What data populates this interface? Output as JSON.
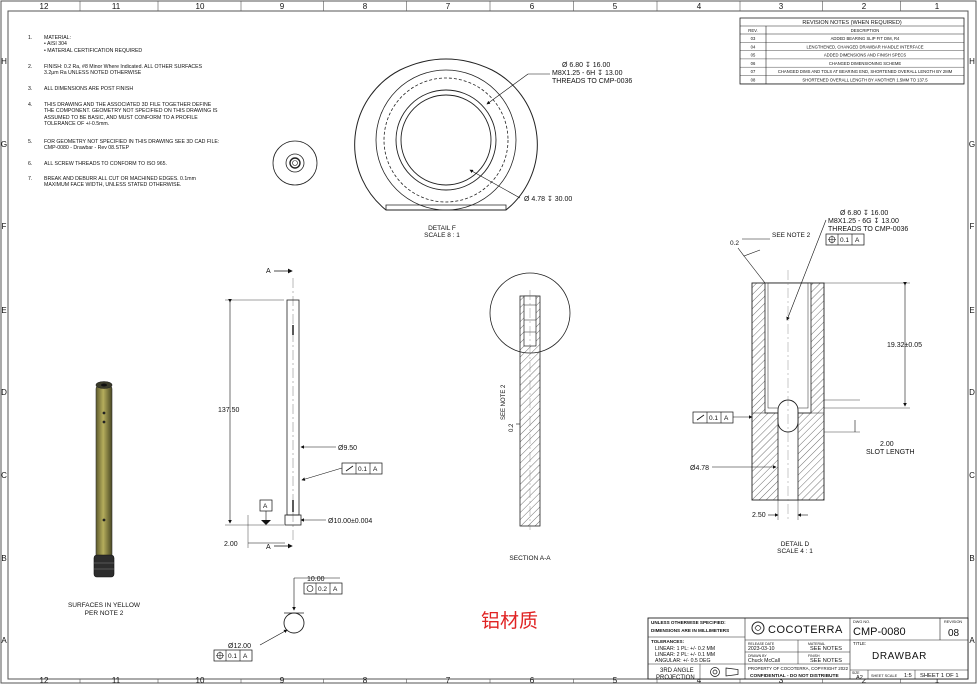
{
  "border": {
    "columns": [
      "12",
      "11",
      "10",
      "9",
      "8",
      "7",
      "6",
      "5",
      "4",
      "3",
      "2",
      "1"
    ],
    "rows": [
      "H",
      "G",
      "F",
      "E",
      "D",
      "C",
      "B",
      "A"
    ]
  },
  "notes": [
    {
      "num": "1.",
      "lines": [
        "MATERIAL:",
        "•     AISI 304",
        "•     MATERIAL CERTIFICATION REQUIRED"
      ]
    },
    {
      "num": "2.",
      "lines": [
        "FINISH: 0.2 Ra, #8 Minor Where Indicated. ALL OTHER SURFACES",
        "3.2μm  Ra UNLESS NOTED OTHERWISE"
      ]
    },
    {
      "num": "3.",
      "lines": [
        "ALL DIMENSIONS ARE POST FINISH"
      ]
    },
    {
      "num": "4.",
      "lines": [
        "THIS DRAWING AND THE ASSOCIATED 3D FILE TOGETHER DEFINE",
        "THE COMPONENT. GEOMETRY NOT SPECIFIED ON THIS DRAWING IS",
        "ASSUMED TO BE BASIC, AND MUST CONFORM TO A PROFILE",
        "TOLERANCE OF +/-0.5mm."
      ]
    },
    {
      "num": "5.",
      "lines": [
        "FOR GEOMETRY NOT SPECIFIED IN THIS DRAWING SEE 3D CAD FILE:",
        "CMP-0080 - Drawbar - Rev 08.STEP"
      ]
    },
    {
      "num": "6.",
      "lines": [
        "ALL SCREW THREADS TO CONFORM TO ISO 965."
      ]
    },
    {
      "num": "7.",
      "lines": [
        "BREAK AND DEBURR ALL CUT OR MACHINED EDGES.  0.1mm",
        "MAXIMUM FACE WIDTH, UNLESS STATED OTHERWISE."
      ]
    }
  ],
  "revision_table": {
    "title": "REVISION NOTES (WHEN REQUIRED)",
    "headers": [
      "REV.",
      "DESCRIPTION"
    ],
    "rows": [
      [
        "03",
        "ADDED BEARING SLIP FIT DIM, R4"
      ],
      [
        "04",
        "LENGTHENED, CHANGED DRAWBAR HANDLE INTERFACE"
      ],
      [
        "05",
        "ADDED DIMENSIONS AND FINISH SPECS"
      ],
      [
        "06",
        "CHANGED DIMENSIONING SCHEME"
      ],
      [
        "07",
        "CHANGED DIMS AND TOLS AT BEARING END, SHORTENED OVERALL LENGTH BY 2MM"
      ],
      [
        "08",
        "SHORTENED OVERALL LENGTH BY ANOTHER 1.5MM TO 137.5"
      ]
    ]
  },
  "detail_f": {
    "callout_thread": [
      "Ø 6.80 ↧ 16.00",
      "M8X1.25 - 6H ↧ 13.00",
      "THREADS TO CMP-0036"
    ],
    "callout_hole": "Ø 4.78 ↧ 30.00",
    "label": "DETAIL F",
    "scale": "SCALE 8 : 1"
  },
  "main_view": {
    "section_letter": "A",
    "length": "137.50",
    "dia_body": "Ø9.50",
    "runout_tol": "0.1",
    "runout_ref": "A",
    "datum": "A",
    "dia_end": "Ø10.00±0.004",
    "end_len": "2.00"
  },
  "section_aa": {
    "note": "SEE NOTE 2",
    "finish": "0.2",
    "label": "SECTION A-A"
  },
  "detail_d": {
    "callout_thread": [
      "Ø 6.80 ↧ 16.00",
      "M8X1.25 - 6G ↧ 13.00",
      "THREADS TO CMP-0036"
    ],
    "pos_tol": "0.1",
    "pos_ref": "A",
    "see_note": "SEE NOTE 2",
    "finish": "0.2",
    "dim_depth": "19.32±0.05",
    "runout_tol": "0.1",
    "runout_ref": "A",
    "slot_val": "2.00",
    "slot_label": "SLOT LENGTH",
    "dia_hole": "Ø4.78",
    "bottom_dim": "2.50",
    "label": "DETAIL D",
    "scale": "SCALE 4 : 1"
  },
  "iso_view": {
    "caption": [
      "SURFACES IN YELLOW",
      "PER NOTE 2"
    ]
  },
  "end_view": {
    "dim": "10.00",
    "flat_tol": "0.2",
    "flat_ref": "A",
    "dia": "Ø12.00",
    "pos_tol": "0.1",
    "pos_ref": "A"
  },
  "chinese_label": "铝材质",
  "title_block": {
    "unless": "UNLESS OTHERWISE SPECIFIED:",
    "dims": "DIMENSIONS ARE IN MILLIMETERS",
    "tol_head": "TOLERANCES:",
    "tol_lines": [
      "LINEAR: 1 PL: +/- 0.2 MM",
      "LINEAR: 2 PL: +/- 0.1 MM",
      "ANGULAR: +/- 0.5 DEG"
    ],
    "projection": [
      "3RD ANGLE",
      "PROJECTION"
    ],
    "company": "COCOTERRA",
    "release_label": "RELEASE DATE",
    "release_date": "2023-03-10",
    "drawn_label": "DRAWN BY",
    "drawn_by": "Chuck McCall",
    "material_label": "MATERIAL",
    "material_val": "SEE NOTES",
    "finish_label": "FINISH",
    "finish_val": "SEE NOTES",
    "property": "PROPERTY OF COCOTERRA, COPYRIGHT 2022",
    "confidential": "CONFIDENTIAL - DO NOT DISTRIBUTE",
    "dwg_label": "DWG NO.",
    "dwg_no": "CMP-0080",
    "rev_label": "REVISION",
    "rev": "08",
    "title_label": "TITLE:",
    "title": "DRAWBAR",
    "size_label": "SIZE",
    "size": "A2",
    "sheet_scale_label": "SHEET SCALE",
    "sheet_scale": "1:5",
    "sheet": "SHEET 1 OF 1"
  }
}
